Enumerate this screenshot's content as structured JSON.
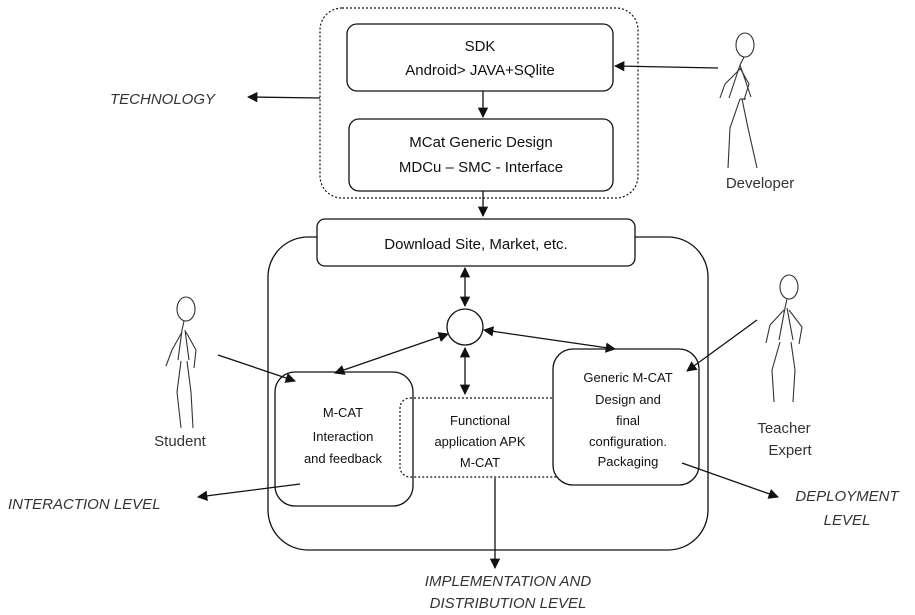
{
  "sdk": {
    "line1": "SDK",
    "line2": "Android> JAVA+SQlite"
  },
  "mcat_design": {
    "line1": "MCat Generic Design",
    "line2": "MDCu – SMC - Interface"
  },
  "download": {
    "label": "Download Site, Market, etc."
  },
  "student_box": {
    "lines": [
      "M-CAT",
      "Interaction",
      "and feedback"
    ]
  },
  "functional_box": {
    "lines": [
      "Functional",
      "application APK",
      "M-CAT"
    ]
  },
  "generic_box": {
    "lines": [
      "Generic M-CAT",
      "Design and",
      "final",
      "configuration.",
      "Packaging"
    ]
  },
  "actors": {
    "developer": "Developer",
    "student": "Student",
    "teacher": [
      "Teacher",
      "Expert"
    ]
  },
  "levels": {
    "technology": "TECHNOLOGY",
    "interaction": "INTERACTION LEVEL",
    "deployment": [
      "DEPLOYMENT",
      "LEVEL"
    ],
    "implementation": [
      "IMPLEMENTATION AND",
      "DISTRIBUTION LEVEL"
    ]
  }
}
